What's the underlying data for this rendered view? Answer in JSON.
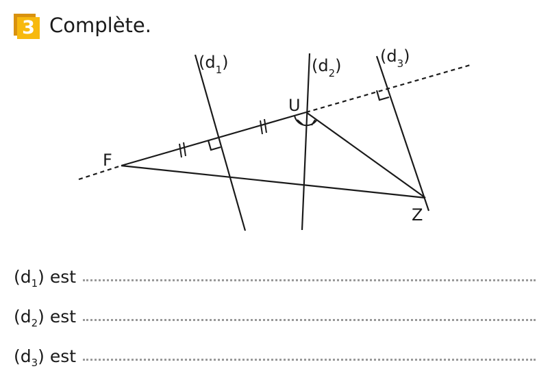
{
  "exercise": {
    "number": "3",
    "title": "Complète."
  },
  "figure": {
    "points": {
      "F": "F",
      "U": "U",
      "Z": "Z"
    },
    "lines": {
      "d1": "(d",
      "d1_sub": "1",
      "d2": "(d",
      "d2_sub": "2",
      "d3": "(d",
      "d3_sub": "3",
      "close": ")"
    }
  },
  "answers": [
    {
      "prefix": "(d",
      "sub": "1",
      "suffix": ") est"
    },
    {
      "prefix": "(d",
      "sub": "2",
      "suffix": ") est"
    },
    {
      "prefix": "(d",
      "sub": "3",
      "suffix": ") est"
    }
  ],
  "colors": {
    "badge": "#f7b90f",
    "badge_shadow": "#d9920f"
  }
}
